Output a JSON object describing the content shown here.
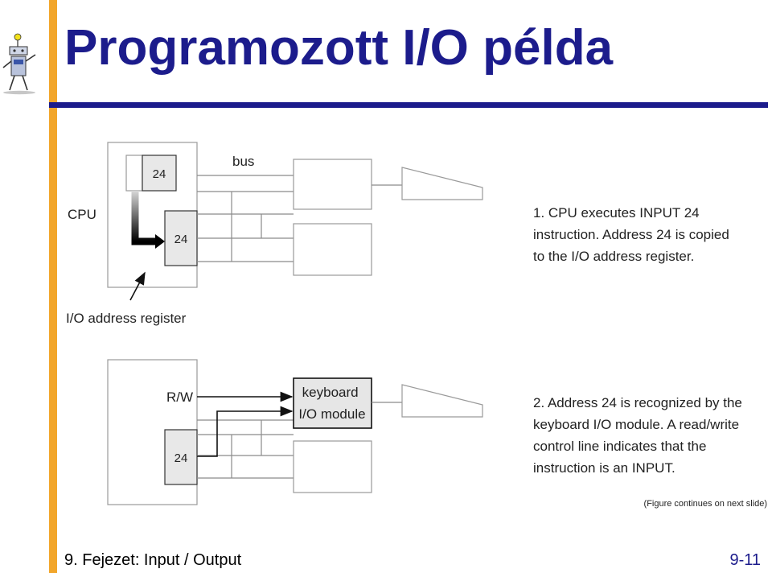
{
  "slide": {
    "title": "Programozott I/O példa",
    "footer_chapter": "9. Fejezet: Input / Output",
    "footer_page": "9-11"
  },
  "figure": {
    "panel1": {
      "bus_label": "bus",
      "cpu_label": "CPU",
      "register_top": "24",
      "register_bottom": "24",
      "pointer_label": "I/O address register",
      "caption": [
        "1.  CPU executes INPUT 24",
        "instruction.  Address 24 is copied",
        "to the I/O address register."
      ]
    },
    "panel2": {
      "rw_label": "R/W",
      "register": "24",
      "module_label": [
        "keyboard",
        "I/O module"
      ],
      "caption": [
        "2.  Address 24 is recognized by the",
        "keyboard I/O module.  A read/write",
        "control line indicates that the",
        "instruction is an INPUT."
      ]
    },
    "continues_note": "(Figure continues on next slide)"
  },
  "colors": {
    "title": "#1c1c8c",
    "accent_bar": "#f2a62b",
    "rule": "#1c1c8c"
  },
  "icons": {
    "mascot": "robot-mascot-icon"
  }
}
